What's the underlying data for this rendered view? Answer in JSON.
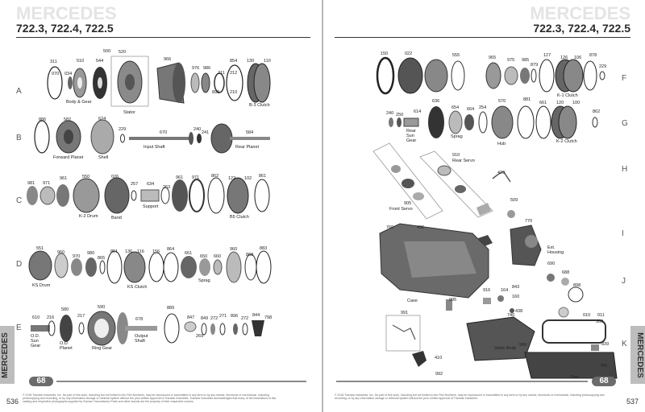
{
  "brand": "MERCEDES",
  "models": "722.3, 722.4, 722.5",
  "side_label": "MERCEDES",
  "chip": "68",
  "left": {
    "page_number": "536",
    "rows": [
      "A",
      "B",
      "C",
      "D",
      "E"
    ],
    "footer": "© 2018 Transtar Industries, Inc. No part of this work, including but not limited to the Part Numbers, may be reproduced or transmitted in any form or by any means, electronic or mechanical, including photocopying and recording, or by any information storage or retrieval system without the prior written approval of Transtar Industries. Transtar Industries acknowledges that many of the illustrations in this catalog and respective photographs supplied by Sonnax Transmission Parts and other brands are the property of their respective owners.",
    "labels": [
      {
        "text": "311",
        "id": "l-311"
      },
      {
        "text": "070",
        "id": "l-070"
      },
      {
        "text": "510",
        "id": "l-510"
      },
      {
        "text": "500",
        "id": "l-500"
      },
      {
        "text": "544",
        "id": "l-544"
      },
      {
        "text": "034",
        "id": "l-034"
      },
      {
        "text": "520",
        "id": "l-520"
      },
      {
        "text": "966",
        "id": "l-966"
      },
      {
        "text": "976",
        "id": "l-976"
      },
      {
        "text": "986",
        "id": "l-986"
      },
      {
        "text": "211",
        "id": "l-211"
      },
      {
        "text": "893",
        "id": "l-893"
      },
      {
        "text": "854",
        "id": "l-854"
      },
      {
        "text": "212",
        "id": "l-212"
      },
      {
        "text": "130",
        "id": "l-130"
      },
      {
        "text": "110",
        "id": "l-110"
      },
      {
        "text": "210",
        "id": "l-210"
      },
      {
        "text": "Body & Gear",
        "id": "l-bodygear"
      },
      {
        "text": "Stator",
        "id": "l-stator"
      },
      {
        "text": "B-3 Clutch",
        "id": "l-b3"
      },
      {
        "text": "886",
        "id": "l-886"
      },
      {
        "text": "582",
        "id": "l-582"
      },
      {
        "text": "624",
        "id": "l-624"
      },
      {
        "text": "229",
        "id": "l-229"
      },
      {
        "text": "670",
        "id": "l-670"
      },
      {
        "text": "240",
        "id": "l-240"
      },
      {
        "text": "241",
        "id": "l-241"
      },
      {
        "text": "584",
        "id": "l-584"
      },
      {
        "text": "Forward Planet",
        "id": "l-fwdplanet"
      },
      {
        "text": "Shell",
        "id": "l-shell"
      },
      {
        "text": "Input Shaft",
        "id": "l-inputshaft"
      },
      {
        "text": "Rear Planet",
        "id": "l-rearplanet"
      },
      {
        "text": "981",
        "id": "l-981"
      },
      {
        "text": "971",
        "id": "l-971"
      },
      {
        "text": "961",
        "id": "l-961"
      },
      {
        "text": "550",
        "id": "l-550"
      },
      {
        "text": "026",
        "id": "l-026"
      },
      {
        "text": "257",
        "id": "l-257"
      },
      {
        "text": "634",
        "id": "l-634"
      },
      {
        "text": "263",
        "id": "l-263"
      },
      {
        "text": "961",
        "id": "l-961b"
      },
      {
        "text": "971",
        "id": "l-971b"
      },
      {
        "text": "862",
        "id": "l-862"
      },
      {
        "text": "122",
        "id": "l-122"
      },
      {
        "text": "102",
        "id": "l-102"
      },
      {
        "text": "861",
        "id": "l-861"
      },
      {
        "text": "K-2 Drum",
        "id": "l-k2drum"
      },
      {
        "text": "Band",
        "id": "l-band"
      },
      {
        "text": "Support",
        "id": "l-support"
      },
      {
        "text": "B5 Clutch",
        "id": "l-b5"
      },
      {
        "text": "551",
        "id": "l-551"
      },
      {
        "text": "960",
        "id": "l-960"
      },
      {
        "text": "970",
        "id": "l-970"
      },
      {
        "text": "980",
        "id": "l-980"
      },
      {
        "text": "865",
        "id": "l-865"
      },
      {
        "text": "851",
        "id": "l-851"
      },
      {
        "text": "136",
        "id": "l-136"
      },
      {
        "text": "116",
        "id": "l-116"
      },
      {
        "text": "156",
        "id": "l-156"
      },
      {
        "text": "864",
        "id": "l-864"
      },
      {
        "text": "661",
        "id": "l-661"
      },
      {
        "text": "650",
        "id": "l-650"
      },
      {
        "text": "660",
        "id": "l-660"
      },
      {
        "text": "960",
        "id": "l-960b"
      },
      {
        "text": "868",
        "id": "l-868"
      },
      {
        "text": "883",
        "id": "l-883"
      },
      {
        "text": "KS Drum",
        "id": "l-ksdrum"
      },
      {
        "text": "KS Clutch",
        "id": "l-ksclutch"
      },
      {
        "text": "Sprag",
        "id": "l-sprag-l"
      },
      {
        "text": "610",
        "id": "l-610"
      },
      {
        "text": "216",
        "id": "l-216"
      },
      {
        "text": "580",
        "id": "l-580"
      },
      {
        "text": "217",
        "id": "l-217"
      },
      {
        "text": "590",
        "id": "l-590"
      },
      {
        "text": "678",
        "id": "l-678"
      },
      {
        "text": "889",
        "id": "l-889"
      },
      {
        "text": "847",
        "id": "l-847"
      },
      {
        "text": "849",
        "id": "l-849"
      },
      {
        "text": "272",
        "id": "l-272"
      },
      {
        "text": "271",
        "id": "l-271"
      },
      {
        "text": "896",
        "id": "l-896"
      },
      {
        "text": "272",
        "id": "l-272b"
      },
      {
        "text": "844",
        "id": "l-844"
      },
      {
        "text": "798",
        "id": "l-798"
      },
      {
        "text": "269",
        "id": "l-269"
      },
      {
        "text": "O.D. Sun Gear",
        "id": "l-odsun"
      },
      {
        "text": "O.D. Planet",
        "id": "l-odplanet"
      },
      {
        "text": "Ring Gear",
        "id": "l-ringgear"
      },
      {
        "text": "Output Shaft",
        "id": "l-outputshaft"
      }
    ]
  },
  "right": {
    "page_number": "537",
    "rows": [
      "F",
      "G",
      "H",
      "I",
      "J",
      "K"
    ],
    "footer": "© 2018 Transtar Industries, Inc. No part of this work, including but not limited to the Part Numbers, may be reproduced or transmitted in any form or by any means, electronic or mechanical, including photocopying and recording, or by any information storage or retrieval system without the prior written approval of Transtar Industries.",
    "labels": [
      {
        "text": "150",
        "id": "r-150"
      },
      {
        "text": "022",
        "id": "r-022"
      },
      {
        "text": "555",
        "id": "r-555"
      },
      {
        "text": "965",
        "id": "r-965"
      },
      {
        "text": "975",
        "id": "r-975"
      },
      {
        "text": "985",
        "id": "r-985"
      },
      {
        "text": "879",
        "id": "r-879"
      },
      {
        "text": "127",
        "id": "r-127"
      },
      {
        "text": "126",
        "id": "r-126"
      },
      {
        "text": "106",
        "id": "r-106"
      },
      {
        "text": "878",
        "id": "r-878"
      },
      {
        "text": "229",
        "id": "r-229"
      },
      {
        "text": "K-1 Clutch",
        "id": "r-k1"
      },
      {
        "text": "240",
        "id": "r-240"
      },
      {
        "text": "250",
        "id": "r-250"
      },
      {
        "text": "614",
        "id": "r-614"
      },
      {
        "text": "636",
        "id": "r-636"
      },
      {
        "text": "654",
        "id": "r-654"
      },
      {
        "text": "664",
        "id": "r-664"
      },
      {
        "text": "254",
        "id": "r-254"
      },
      {
        "text": "570",
        "id": "r-570"
      },
      {
        "text": "881",
        "id": "r-881"
      },
      {
        "text": "661",
        "id": "r-661"
      },
      {
        "text": "120",
        "id": "r-120"
      },
      {
        "text": "100",
        "id": "r-100"
      },
      {
        "text": "862",
        "id": "r-862"
      },
      {
        "text": "Rear Sun Gear",
        "id": "r-rearsun"
      },
      {
        "text": "Sprag",
        "id": "r-sprag"
      },
      {
        "text": "Hub",
        "id": "r-hub"
      },
      {
        "text": "K-2 Clutch",
        "id": "r-k2"
      },
      {
        "text": "910",
        "id": "r-910"
      },
      {
        "text": "Rear Servo",
        "id": "r-rearservo"
      },
      {
        "text": "420",
        "id": "r-420"
      },
      {
        "text": "905",
        "id": "r-905"
      },
      {
        "text": "Front Servo",
        "id": "r-frontservo"
      },
      {
        "text": "509",
        "id": "r-509"
      },
      {
        "text": "770",
        "id": "r-770"
      },
      {
        "text": "760",
        "id": "r-760"
      },
      {
        "text": "436",
        "id": "r-436"
      },
      {
        "text": "Ext. Housing",
        "id": "r-exthousing"
      },
      {
        "text": "690",
        "id": "r-690"
      },
      {
        "text": "688",
        "id": "r-688"
      },
      {
        "text": "Case",
        "id": "r-case"
      },
      {
        "text": "898",
        "id": "r-898"
      },
      {
        "text": "916",
        "id": "r-916"
      },
      {
        "text": "164",
        "id": "r-164"
      },
      {
        "text": "843",
        "id": "r-843"
      },
      {
        "text": "160",
        "id": "r-160"
      },
      {
        "text": "995",
        "id": "r-995"
      },
      {
        "text": "438",
        "id": "r-438"
      },
      {
        "text": "991",
        "id": "r-991"
      },
      {
        "text": "740",
        "id": "r-740"
      },
      {
        "text": "010",
        "id": "r-010"
      },
      {
        "text": "011",
        "id": "r-011"
      },
      {
        "text": "300",
        "id": "r-300"
      },
      {
        "text": "Valve Body",
        "id": "r-valvebody"
      },
      {
        "text": "999",
        "id": "r-999"
      },
      {
        "text": "839",
        "id": "r-839"
      },
      {
        "text": "410",
        "id": "r-410"
      },
      {
        "text": "992",
        "id": "r-992"
      },
      {
        "text": "765",
        "id": "r-765"
      },
      {
        "text": "Pan",
        "id": "r-pan"
      }
    ]
  }
}
